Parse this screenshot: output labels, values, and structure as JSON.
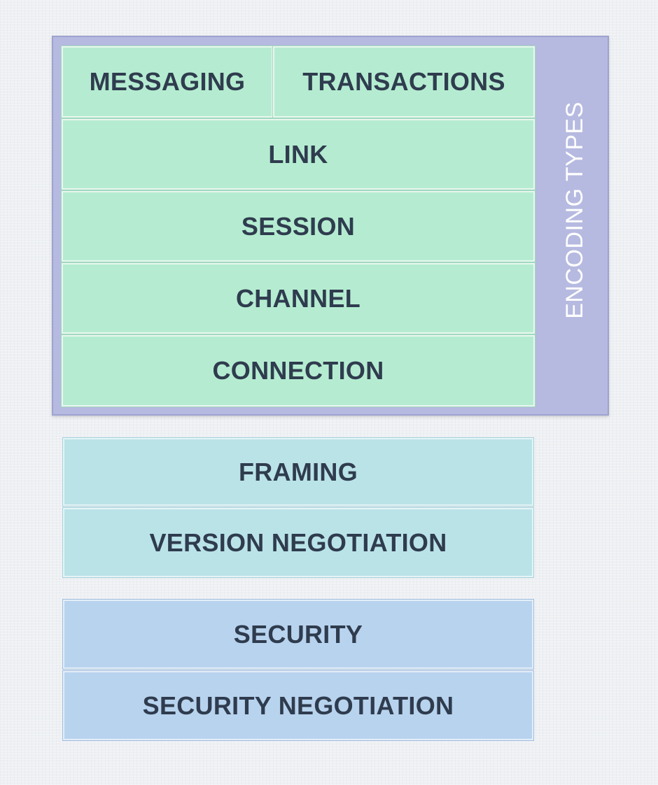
{
  "diagram": {
    "encoding_label": "ENCODING TYPES",
    "top_row": {
      "left": "MESSAGING",
      "right": "TRANSACTIONS"
    },
    "amqp_layers": [
      "LINK",
      "SESSION",
      "CHANNEL",
      "CONNECTION"
    ],
    "transport_layers": [
      "FRAMING",
      "VERSION NEGOTIATION"
    ],
    "security_layers": [
      "SECURITY",
      "SECURITY NEGOTIATION"
    ]
  },
  "colors": {
    "encoding_frame": "#b6bae0",
    "amqp_green": "#b5ecd1",
    "transport_cyan": "#bae3e8",
    "security_blue": "#b8d3ee",
    "label_text": "#2f3c4e",
    "encoding_text": "#ffffff"
  }
}
